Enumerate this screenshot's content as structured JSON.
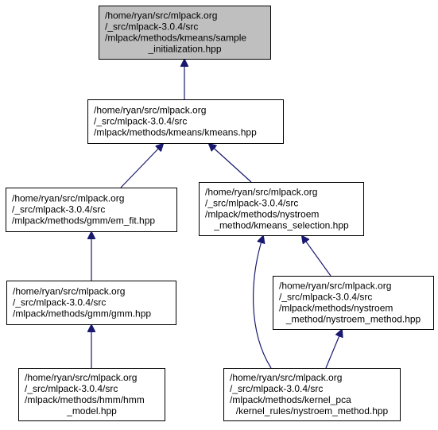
{
  "graph": {
    "colors": {
      "edge": "#191970",
      "root_fill": "#bfbfbf",
      "node_fill": "#ffffff",
      "border": "#000000"
    },
    "nodes": [
      {
        "id": "sample_initialization",
        "lines": [
          "/home/ryan/src/mlpack.org",
          "/_src/mlpack-3.0.4/src",
          "/mlpack/methods/kmeans/sample",
          "_initialization.hpp"
        ],
        "highlighted": true
      },
      {
        "id": "kmeans",
        "lines": [
          "/home/ryan/src/mlpack.org",
          "/_src/mlpack-3.0.4/src",
          "/mlpack/methods/kmeans/kmeans.hpp"
        ],
        "highlighted": false
      },
      {
        "id": "em_fit",
        "lines": [
          "/home/ryan/src/mlpack.org",
          "/_src/mlpack-3.0.4/src",
          "/mlpack/methods/gmm/em_fit.hpp"
        ],
        "highlighted": false
      },
      {
        "id": "kmeans_selection",
        "lines": [
          "/home/ryan/src/mlpack.org",
          "/_src/mlpack-3.0.4/src",
          "/mlpack/methods/nystroem",
          "_method/kmeans_selection.hpp"
        ],
        "highlighted": false
      },
      {
        "id": "gmm",
        "lines": [
          "/home/ryan/src/mlpack.org",
          "/_src/mlpack-3.0.4/src",
          "/mlpack/methods/gmm/gmm.hpp"
        ],
        "highlighted": false
      },
      {
        "id": "nystroem_method",
        "lines": [
          "/home/ryan/src/mlpack.org",
          "/_src/mlpack-3.0.4/src",
          "/mlpack/methods/nystroem",
          "_method/nystroem_method.hpp"
        ],
        "highlighted": false
      },
      {
        "id": "hmm_model",
        "lines": [
          "/home/ryan/src/mlpack.org",
          "/_src/mlpack-3.0.4/src",
          "/mlpack/methods/hmm/hmm",
          "_model.hpp"
        ],
        "highlighted": false
      },
      {
        "id": "kernel_rules_nystroem",
        "lines": [
          "/home/ryan/src/mlpack.org",
          "/_src/mlpack-3.0.4/src",
          "/mlpack/methods/kernel_pca",
          "/kernel_rules/nystroem_method.hpp"
        ],
        "highlighted": false
      }
    ],
    "edges": [
      {
        "from": "kmeans",
        "to": "sample_initialization"
      },
      {
        "from": "em_fit",
        "to": "kmeans"
      },
      {
        "from": "kmeans_selection",
        "to": "kmeans"
      },
      {
        "from": "gmm",
        "to": "em_fit"
      },
      {
        "from": "nystroem_method",
        "to": "kmeans_selection"
      },
      {
        "from": "kernel_rules_nystroem",
        "to": "kmeans_selection"
      },
      {
        "from": "hmm_model",
        "to": "gmm"
      },
      {
        "from": "kernel_rules_nystroem",
        "to": "nystroem_method"
      }
    ]
  }
}
